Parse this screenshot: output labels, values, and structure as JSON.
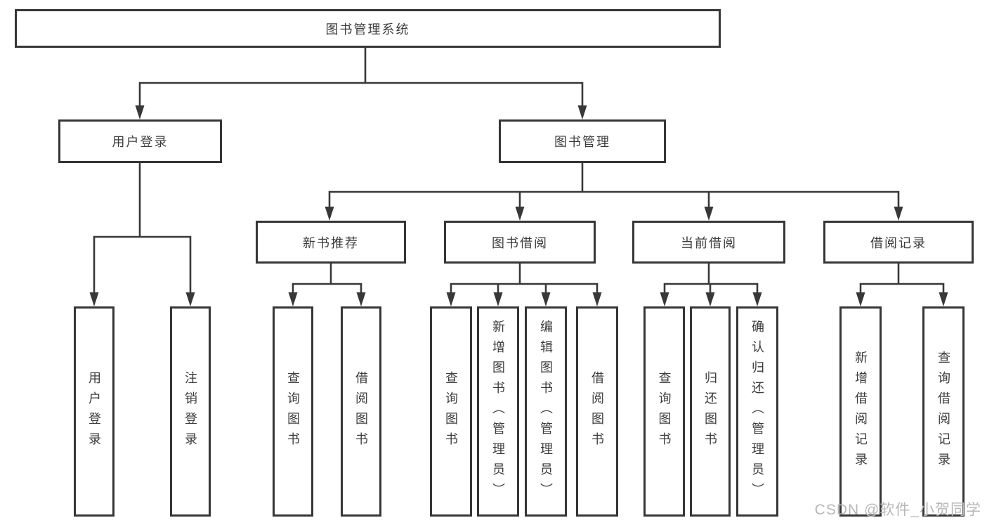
{
  "tree": {
    "root": {
      "label": "图书管理系统",
      "children": [
        {
          "label": "用户登录",
          "children": [
            {
              "label": "用户登录"
            },
            {
              "label": "注销登录"
            }
          ]
        },
        {
          "label": "图书管理",
          "children": [
            {
              "label": "新书推荐",
              "children": [
                {
                  "label": "查询图书"
                },
                {
                  "label": "借阅图书"
                }
              ]
            },
            {
              "label": "图书借阅",
              "children": [
                {
                  "label": "查询图书"
                },
                {
                  "label": "新增图书（管理员）"
                },
                {
                  "label": "编辑图书（管理员）"
                },
                {
                  "label": "借阅图书"
                }
              ]
            },
            {
              "label": "当前借阅",
              "children": [
                {
                  "label": "查询图书"
                },
                {
                  "label": "归还图书"
                },
                {
                  "label": "确认归还（管理员）"
                }
              ]
            },
            {
              "label": "借阅记录",
              "children": [
                {
                  "label": "新增借阅记录"
                },
                {
                  "label": "查询借阅记录"
                }
              ]
            }
          ]
        }
      ]
    },
    "colors": {
      "line": "#383838",
      "box_border": "#363636",
      "text": "#3c3c3c",
      "watermark": "#b7b7b7",
      "background": "#ffffff"
    }
  },
  "watermark": {
    "text": "CSDN @软件_小贺同学"
  }
}
